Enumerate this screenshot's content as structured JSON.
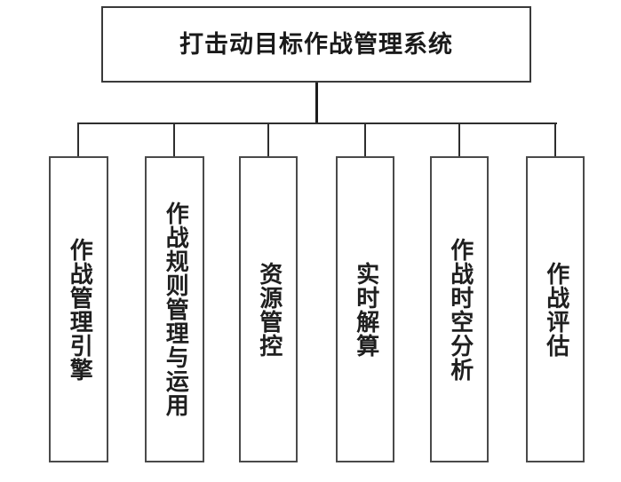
{
  "diagram": {
    "type": "organizational-tree",
    "orientation": "top-down",
    "background_color": "#ffffff",
    "line_color": "#2e2e2e",
    "box_border_color": "#4a4a4a",
    "box_fill_color": "#ffffff",
    "text_color": "#1f1f1f",
    "root": {
      "label": "打击动目标作战管理系统",
      "text_direction": "horizontal"
    },
    "children": [
      {
        "label": "作战管理引擎",
        "text_direction": "vertical"
      },
      {
        "label": "作战规则管理与运用",
        "text_direction": "vertical"
      },
      {
        "label": "资源管控",
        "text_direction": "vertical"
      },
      {
        "label": "实时解算",
        "text_direction": "vertical"
      },
      {
        "label": "作战时空分析",
        "text_direction": "vertical"
      },
      {
        "label": "作战评估",
        "text_direction": "vertical"
      }
    ]
  }
}
